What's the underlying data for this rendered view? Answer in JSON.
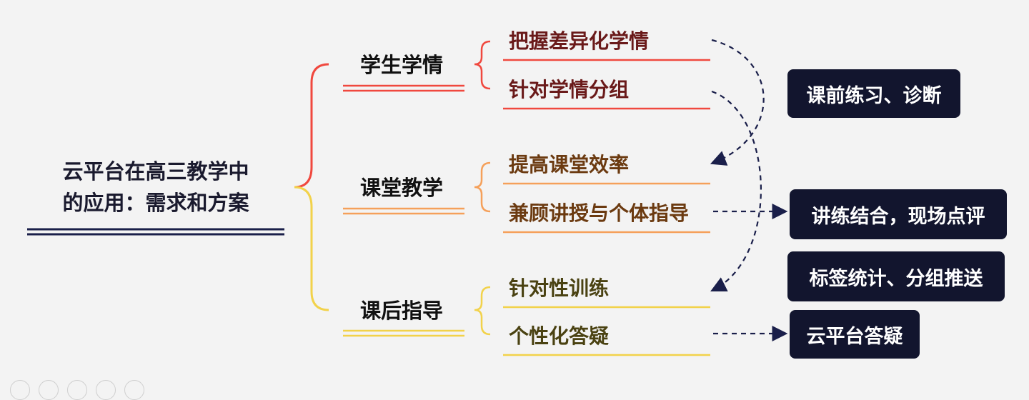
{
  "root": {
    "line1": "云平台在高三教学中",
    "line2": "的应用：需求和方案"
  },
  "categories": [
    {
      "label": "学生学情",
      "color": "#f0483e",
      "items": [
        "把握差异化学情",
        "针对学情分组"
      ]
    },
    {
      "label": "课堂教学",
      "color": "#f5a05a",
      "items": [
        "提高课堂效率",
        "兼顾讲授与个体指导"
      ]
    },
    {
      "label": "课后指导",
      "color": "#f2d24a",
      "items": [
        "针对性训练",
        "个性化答疑"
      ]
    }
  ],
  "solutions": [
    "课前练习、诊断",
    "讲练结合，现场点评",
    "标签统计、分组推送",
    "云平台答疑"
  ],
  "colors": {
    "box": "#12152e",
    "root_underline": "#1a1f4a",
    "arrow": "#1a1f4a"
  }
}
